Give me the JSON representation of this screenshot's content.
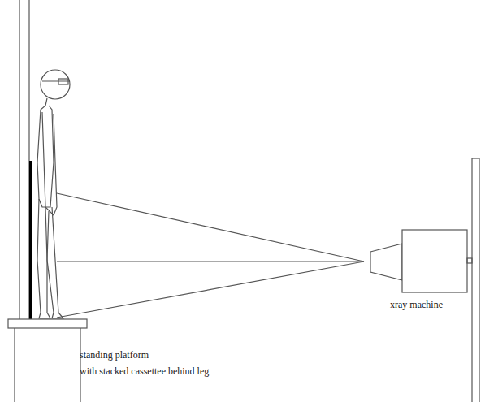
{
  "diagram": {
    "labels": [
      "xray machine",
      "standing platform",
      "with stacked cassettee behind leg"
    ]
  }
}
